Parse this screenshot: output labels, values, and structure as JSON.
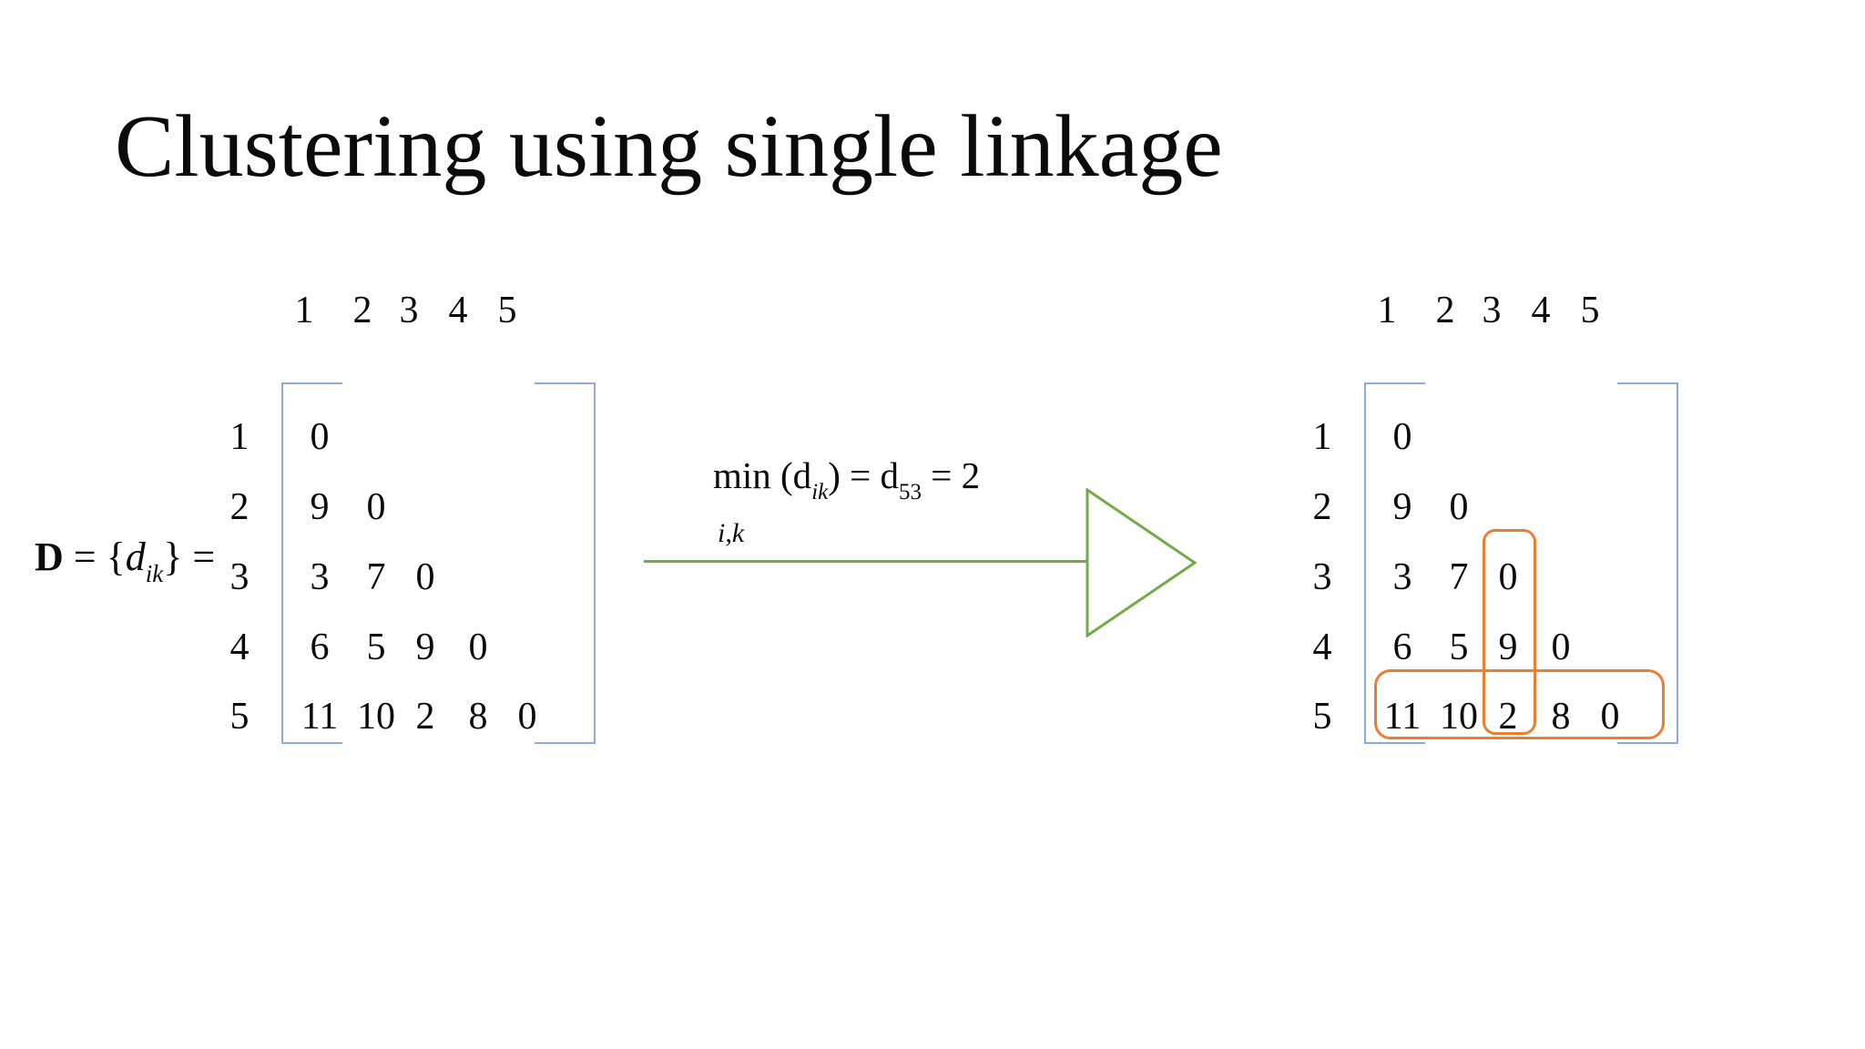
{
  "title": "Clustering using single linkage",
  "definition": {
    "symbol": "D",
    "middle": " = {",
    "variable": "d",
    "subscript": "ik",
    "end": "} ="
  },
  "min_expression": {
    "prefix": "min (d",
    "sub_ik": "ik",
    "middle": ") = d",
    "sub_53": "53",
    "suffix": " = 2",
    "under_subscript": "i,k"
  },
  "matrix_initial": {
    "col_headers": [
      "1",
      "2",
      "3",
      "4",
      "5"
    ],
    "row_labels": [
      "1",
      "2",
      "3",
      "4",
      "5"
    ],
    "rows": [
      [
        "0"
      ],
      [
        "9",
        "0"
      ],
      [
        "3",
        "7",
        "0"
      ],
      [
        "6",
        "5",
        "9",
        "0"
      ],
      [
        "11",
        "10",
        "2",
        "8",
        "0"
      ]
    ]
  },
  "matrix_result": {
    "col_headers": [
      "1",
      "2",
      "3",
      "4",
      "5"
    ],
    "row_labels": [
      "1",
      "2",
      "3",
      "4",
      "5"
    ],
    "rows": [
      [
        "0"
      ],
      [
        "9",
        "0"
      ],
      [
        "3",
        "7",
        "0"
      ],
      [
        "6",
        "5",
        "9",
        "0"
      ],
      [
        "11",
        "10",
        "2",
        "8",
        "0"
      ]
    ],
    "highlighted_column": "3",
    "highlighted_row": "5",
    "min_cell_value": "2"
  },
  "colors": {
    "bracket": "#8EAADB",
    "arrow": "#70AD47",
    "highlight": "#ED7D31"
  }
}
